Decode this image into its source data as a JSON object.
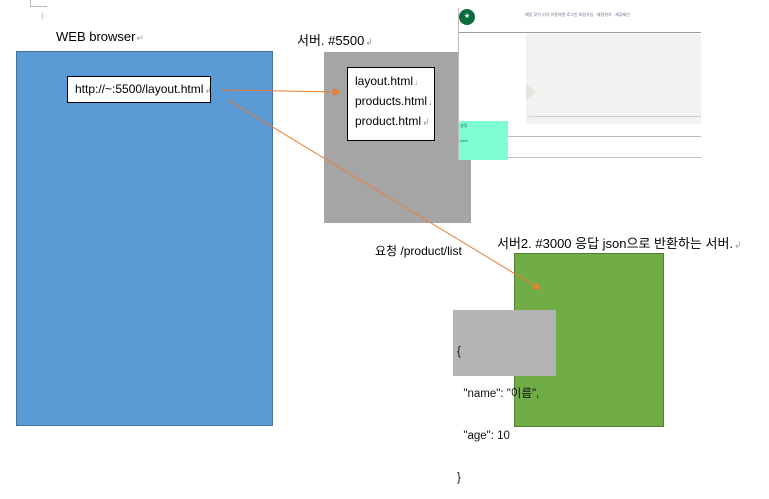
{
  "browser": {
    "title": "WEB browser",
    "url": "http://~:5500/layout.html"
  },
  "server1": {
    "title": "서버. #5500",
    "files": [
      "layout.html",
      "products.html",
      "product.html"
    ]
  },
  "server2": {
    "title": "서버2. #3000 응답 json으로 반환하는 서버."
  },
  "request": {
    "label": "요청 /product/list"
  },
  "json_response": {
    "lines": [
      "{",
      "  \"name\": \"이름\",",
      "  \"age\": 10",
      "}"
    ]
  },
  "preview": {
    "nav": "매장 찾기·기기 이용약관 로그인 회원가입 · 매장위치 · 제휴제안",
    "panel_lines": [
      "설정",
      "cont"
    ]
  },
  "colors": {
    "browser": "#5b9bd5",
    "server1": "#a5a5a5",
    "server2": "#70ad47",
    "arrow": "#ed7d31",
    "mint": "#7dffd2"
  }
}
